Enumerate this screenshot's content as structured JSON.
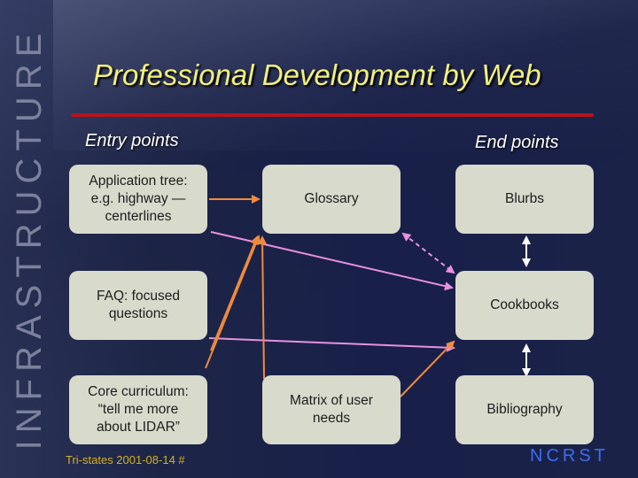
{
  "slide": {
    "title": "Professional Development by Web",
    "side_text": "INFRASTRUCTURE",
    "accent_color": "#b5141c",
    "title_color": "#f3f07a"
  },
  "headings": {
    "entry": "Entry points",
    "end": "End points"
  },
  "entry_points": [
    {
      "label": "Application tree:\ne.g. highway —\ncenterlines"
    },
    {
      "label": "FAQ: focused\nquestions"
    },
    {
      "label": "Core curriculum:\n“tell me more\nabout LIDAR”"
    }
  ],
  "middle_nodes": [
    {
      "label": "Glossary"
    },
    {
      "label": "Matrix of user\nneeds"
    }
  ],
  "end_points": [
    {
      "label": "Blurbs"
    },
    {
      "label": "Cookbooks"
    },
    {
      "label": "Bibliography"
    }
  ],
  "footer": {
    "left": "Tri-states 2001-08-14 #",
    "right": "NCRST"
  },
  "colors": {
    "arrow_orange": "#f08a3c",
    "arrow_pink": "#e890e0",
    "arrow_white": "#ffffff",
    "box_fill": "#d8dacc"
  }
}
